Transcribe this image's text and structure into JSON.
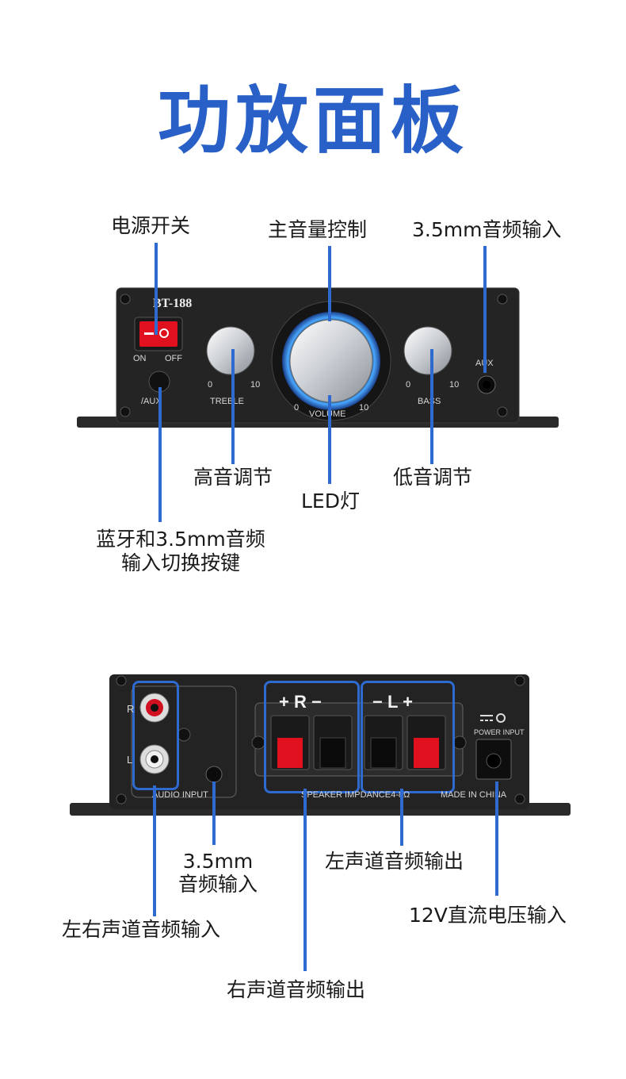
{
  "title": "功放面板",
  "front": {
    "model": "BT-188",
    "switch_on": "ON",
    "switch_off": "OFF",
    "bt_aux": "/AUX",
    "treble": "TREBLE",
    "volume": "VOLUME",
    "bass": "BASS",
    "aux": "AUX",
    "scale_min": "0",
    "scale_max": "10"
  },
  "back": {
    "r": "R",
    "l": "L",
    "audio_input": "AUDIO INPUT",
    "spk_r": "+  R  −",
    "spk_l": "−  L  +",
    "speaker_impedance": "SPEAKER IMPDANCE4-8Ω",
    "power_input": "POWER INPUT",
    "made_in": "MADE IN CHINA"
  },
  "labels": {
    "power_switch": "电源开关",
    "main_volume": "主音量控制",
    "aux_in": "3.5mm音频输入",
    "treble_adj": "高音调节",
    "led": "LED灯",
    "bass_adj": "低音调节",
    "bt_switch_1": "蓝牙和3.5mm音频",
    "bt_switch_2": "输入切换按键",
    "back_35_1": "3.5mm",
    "back_35_2": "音频输入",
    "lr_input": "左右声道音频输入",
    "left_out": "左声道音频输出",
    "dc_in": "12V直流电压输入",
    "right_out": "右声道音频输出"
  },
  "colors": {
    "accent": "#2860c8",
    "panel": "#232323",
    "switch_red": "#e0101e"
  }
}
